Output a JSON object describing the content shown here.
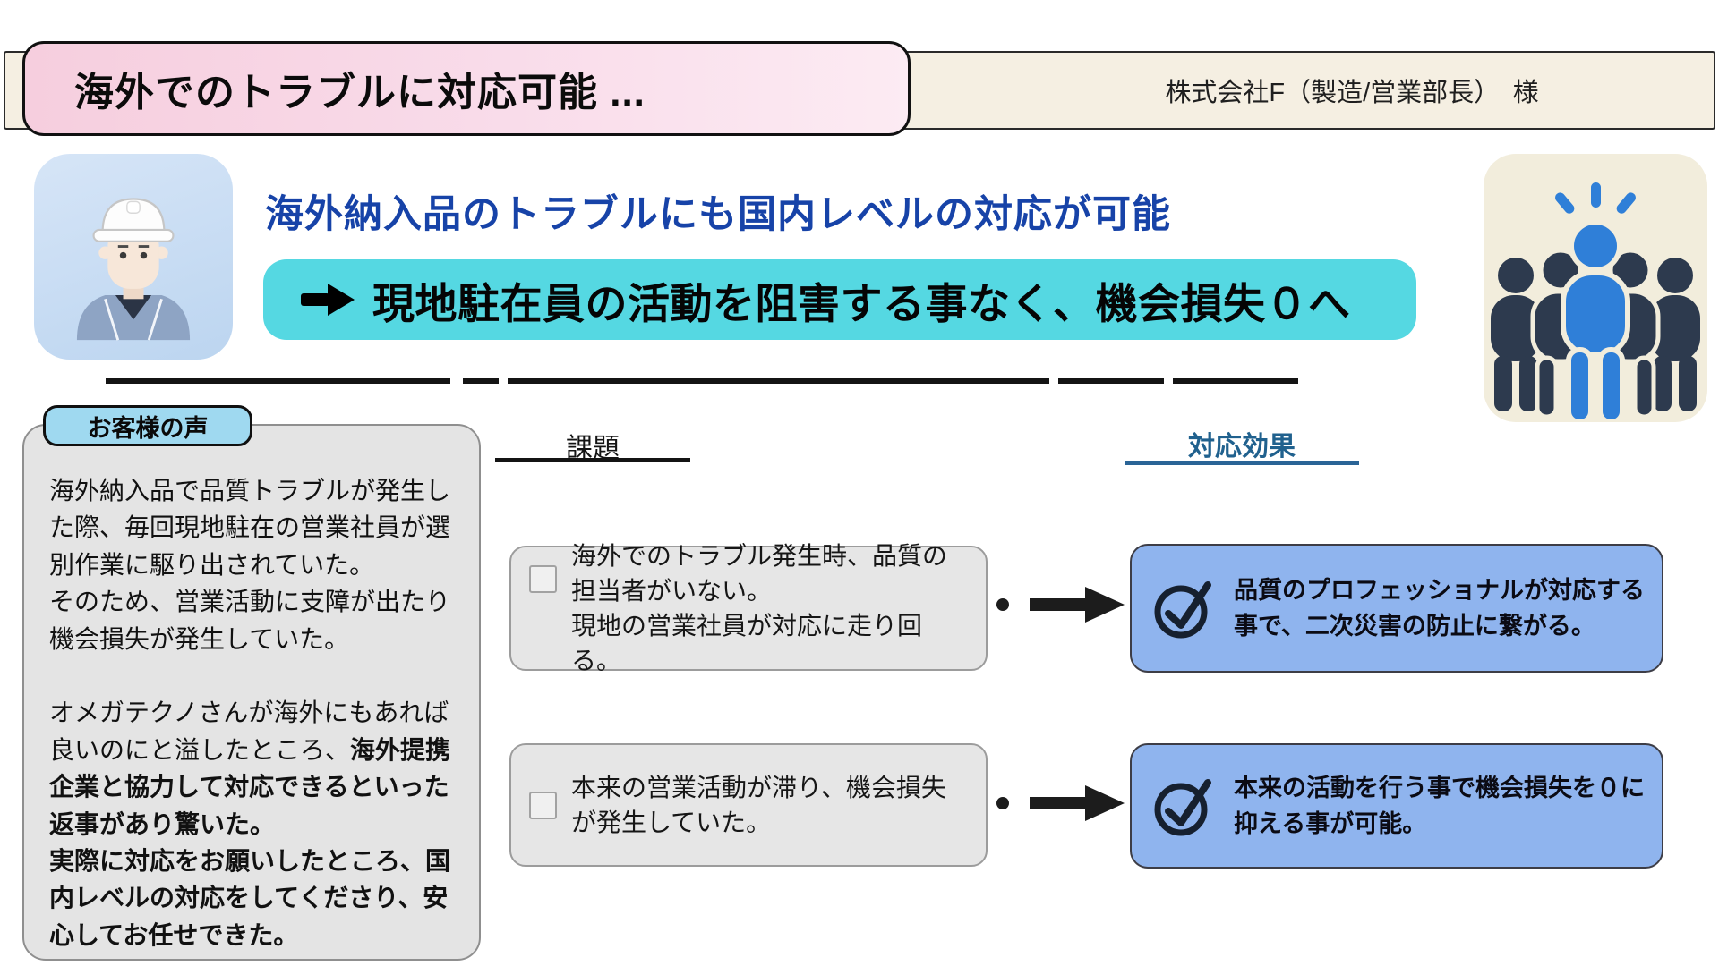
{
  "header": {
    "title": "海外でのトラブルに対応可能 ...",
    "client": "株式会社F（製造/営業部長）　様"
  },
  "hero": {
    "headline": "海外納入品のトラブルにも国内レベルの対応が可能",
    "sub_headline": "現地駐在員の活動を阻害する事なく、機会損失０へ",
    "sub_headline_arrow": "➡",
    "worker_icon": "worker-avatar-icon",
    "team_icon": "team-icon"
  },
  "voice": {
    "label": "お客様の声",
    "p1_line1": "海外納入品で品質トラブルが発生した際、毎回現地駐在の営業社員が選別作業に駆り出されていた。",
    "p1_line2": "そのため、営業活動に支障が出たり機会損失が発生していた。",
    "p2_normal": "オメガテクノさんが海外にもあれば良いのにと溢したところ、",
    "p2_bold": "海外提携企業と協力して対応できるといった返事があり驚いた。",
    "p3_bold": "実際に対応をお願いしたところ、国内レベルの対応をしてくださり、安心してお任せできた。"
  },
  "issues": {
    "header": "課題",
    "items": [
      {
        "line1": "海外でのトラブル発生時、品質の担当者がいない。",
        "line2": "現地の営業社員が対応に走り回る。"
      },
      {
        "line1": "本来の営業活動が滞り、機会損失が発生していた。",
        "line2": ""
      }
    ]
  },
  "effects": {
    "header": "対応効果",
    "items": [
      {
        "text": "品質のプロフェッショナルが対応する事で、二次災害の防止に繋がる。"
      },
      {
        "text": "本来の活動を行う事で機会損失を０に抑える事が可能。"
      }
    ]
  },
  "icons": [
    "worker-avatar-icon",
    "team-icon",
    "right-arrow-icon",
    "checkbox-icon",
    "check-circle-icon",
    "flow-arrow-icon"
  ],
  "colors": {
    "title_pink": "#f6cede",
    "header_beige": "#f5efe2",
    "headline_blue": "#1743a8",
    "subheadline_cyan": "#55d8e2",
    "voice_label_blue": "#9fd9f0",
    "card_gray": "#e6e6e6",
    "effect_card_blue": "#8fb4ee",
    "effects_header_blue": "#20618e",
    "team_accent_blue": "#2f7fd8",
    "silhouette_navy": "#2d3a4e"
  }
}
